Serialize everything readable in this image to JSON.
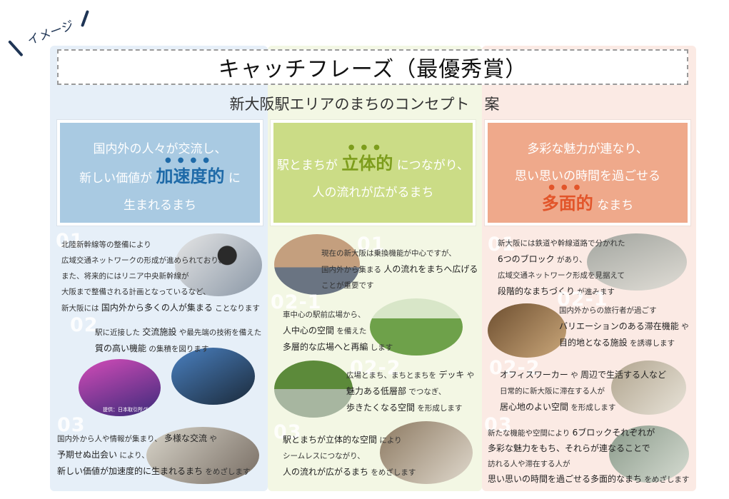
{
  "tag": {
    "label": "イメージ"
  },
  "title": "キャッチフレーズ（最優秀賞）",
  "subtitle": "新大阪駅エリアのまちのコンセプト　案",
  "colors": {
    "blue": "#a9cae2",
    "green": "#cbdc86",
    "orange": "#efa98b",
    "blue_bg": "#e6eff8",
    "green_bg": "#f3f7e4",
    "orange_bg": "#fbeae4",
    "blue_emph": "#1e6aa8",
    "green_emph": "#7d9d1c",
    "orange_emph": "#e2552a"
  },
  "columns": {
    "left": {
      "head": {
        "line1": "国内外の人々が交流し、",
        "line2a": "新しい価値が",
        "emph": "加速度的",
        "line2b": "に",
        "line3": "生まれるまち"
      },
      "s1": {
        "num": "01",
        "l1": "北陸新幹線等の整備により",
        "l2": "広域交通ネットワークの形成が進められており、",
        "l3": "また、将来的にはリニア中央新幹線が",
        "l4": "大阪まで整備される計画となっているなど、",
        "l5a": "新大阪には",
        "l5b": "国内外から多くの人が集まる",
        "l5c": "ことなります"
      },
      "s2": {
        "num": "02",
        "l1a": "駅に近接した",
        "l1b": "交流施設",
        "l1c": "や最先端の技術を備えた",
        "l2a": "質の高い機能",
        "l2b": "の集積を図ります",
        "caption": "提供：日本取引所グループ"
      },
      "s3": {
        "num": "03",
        "l1a": "国内外から人や情報が集まり、",
        "l1b": "多様な交流",
        "l1c": "や",
        "l2a": "予期せぬ出会い",
        "l2b": "により、",
        "l3a": "新しい価値が加速度的に生まれるまち",
        "l3b": "をめざします"
      }
    },
    "center": {
      "head": {
        "line1a": "駅とまちが",
        "emph": "立体的",
        "line1b": "につながり、",
        "line2": "人の流れが広がるまち"
      },
      "s1": {
        "num": "01",
        "l1": "現在の新大阪は乗換機能が中心ですが、",
        "l2a": "国内外から集まる",
        "l2b": "人の流れをまちへ広げる",
        "l3": "ことが重要です"
      },
      "s21": {
        "num": "02-1",
        "l1": "車中心の駅前広場から、",
        "l2a": "人中心の空間",
        "l2b": "を備えた",
        "l3a": "多層的な広場へと再編",
        "l3b": "します"
      },
      "s22": {
        "num": "02-2",
        "l1a": "広場とまち、まちとまちを",
        "l1b": "デッキ",
        "l1c": "や",
        "l2a": "魅力ある低層部",
        "l2b": "でつなぎ、",
        "l3a": "歩きたくなる空間",
        "l3b": "を形成します"
      },
      "s3": {
        "num": "03",
        "l1a": "駅とまちが立体的な空間",
        "l1b": "により",
        "l2": "シームレスにつながり、",
        "l3a": "人の流れが広がるまち",
        "l3b": "をめざします"
      }
    },
    "right": {
      "head": {
        "line1": "多彩な魅力が連なり、",
        "line2": "思い思いの時間を過ごせる",
        "emph": "多面的",
        "line3b": "なまち"
      },
      "s1": {
        "num": "01",
        "l1": "新大阪には鉄道や幹線道路で分かれた",
        "l2a": "6つのブロック",
        "l2b": "があり、",
        "l3": "広域交通ネットワーク形成を見据えて",
        "l4a": "段階的なまちづくり",
        "l4b": "が進みます"
      },
      "s21": {
        "num": "02-1",
        "l1": "国内外からの旅行者が過ごす",
        "l2a": "バリエーションのある滞在機能",
        "l2b": "や",
        "l3a": "目的地となる施設",
        "l3b": "を誘導します"
      },
      "s22": {
        "num": "02-2",
        "l1a": "オフィスワーカー",
        "l1b": "や",
        "l1c": "周辺で生活する人など",
        "l2": "日常的に新大阪に滞在する人が",
        "l3a": "居心地のよい空間",
        "l3b": "を形成します"
      },
      "s3": {
        "num": "03",
        "l1a": "新たな機能や空間により",
        "l1b": "6ブロックそれぞれが",
        "l2a": "多彩な魅力をもち、",
        "l2b": "それらが連なることで",
        "l3": "訪れる人や滞在する人が",
        "l4a": "思い思いの時間を過ごせる多面的なまち",
        "l4b": "をめざします"
      }
    }
  },
  "photos": [
    {
      "name": "train-photo",
      "c1": "#d8d8d8",
      "c2": "#8a97a6"
    },
    {
      "name": "event-hall-photo",
      "c1": "#c03ea8",
      "c2": "#3b2a7a"
    },
    {
      "name": "exhibition-photo",
      "c1": "#3b6fb0",
      "c2": "#1b2a3a"
    },
    {
      "name": "meeting-photo",
      "c1": "#c8c3b5",
      "c2": "#6b5e52"
    },
    {
      "name": "station-building-photo",
      "c1": "#b08c6b",
      "c2": "#546070"
    },
    {
      "name": "plaza-lawn-photo",
      "c1": "#6ea14a",
      "c2": "#c6d9b0"
    },
    {
      "name": "street-trees-photo",
      "c1": "#5c8a3a",
      "c2": "#a7b6a0"
    },
    {
      "name": "deck-walkway-photo",
      "c1": "#8d7a62",
      "c2": "#d6cfc3"
    },
    {
      "name": "aerial-city-photo",
      "c1": "#9a9d9a",
      "c2": "#d9d6cf"
    },
    {
      "name": "lounge-photo",
      "c1": "#7a5a3a",
      "c2": "#c7a57a"
    },
    {
      "name": "office-workspace-photo",
      "c1": "#a89c86",
      "c2": "#e2ddd2"
    },
    {
      "name": "crowd-street-photo",
      "c1": "#8a9a8a",
      "c2": "#cfd6cc"
    }
  ]
}
